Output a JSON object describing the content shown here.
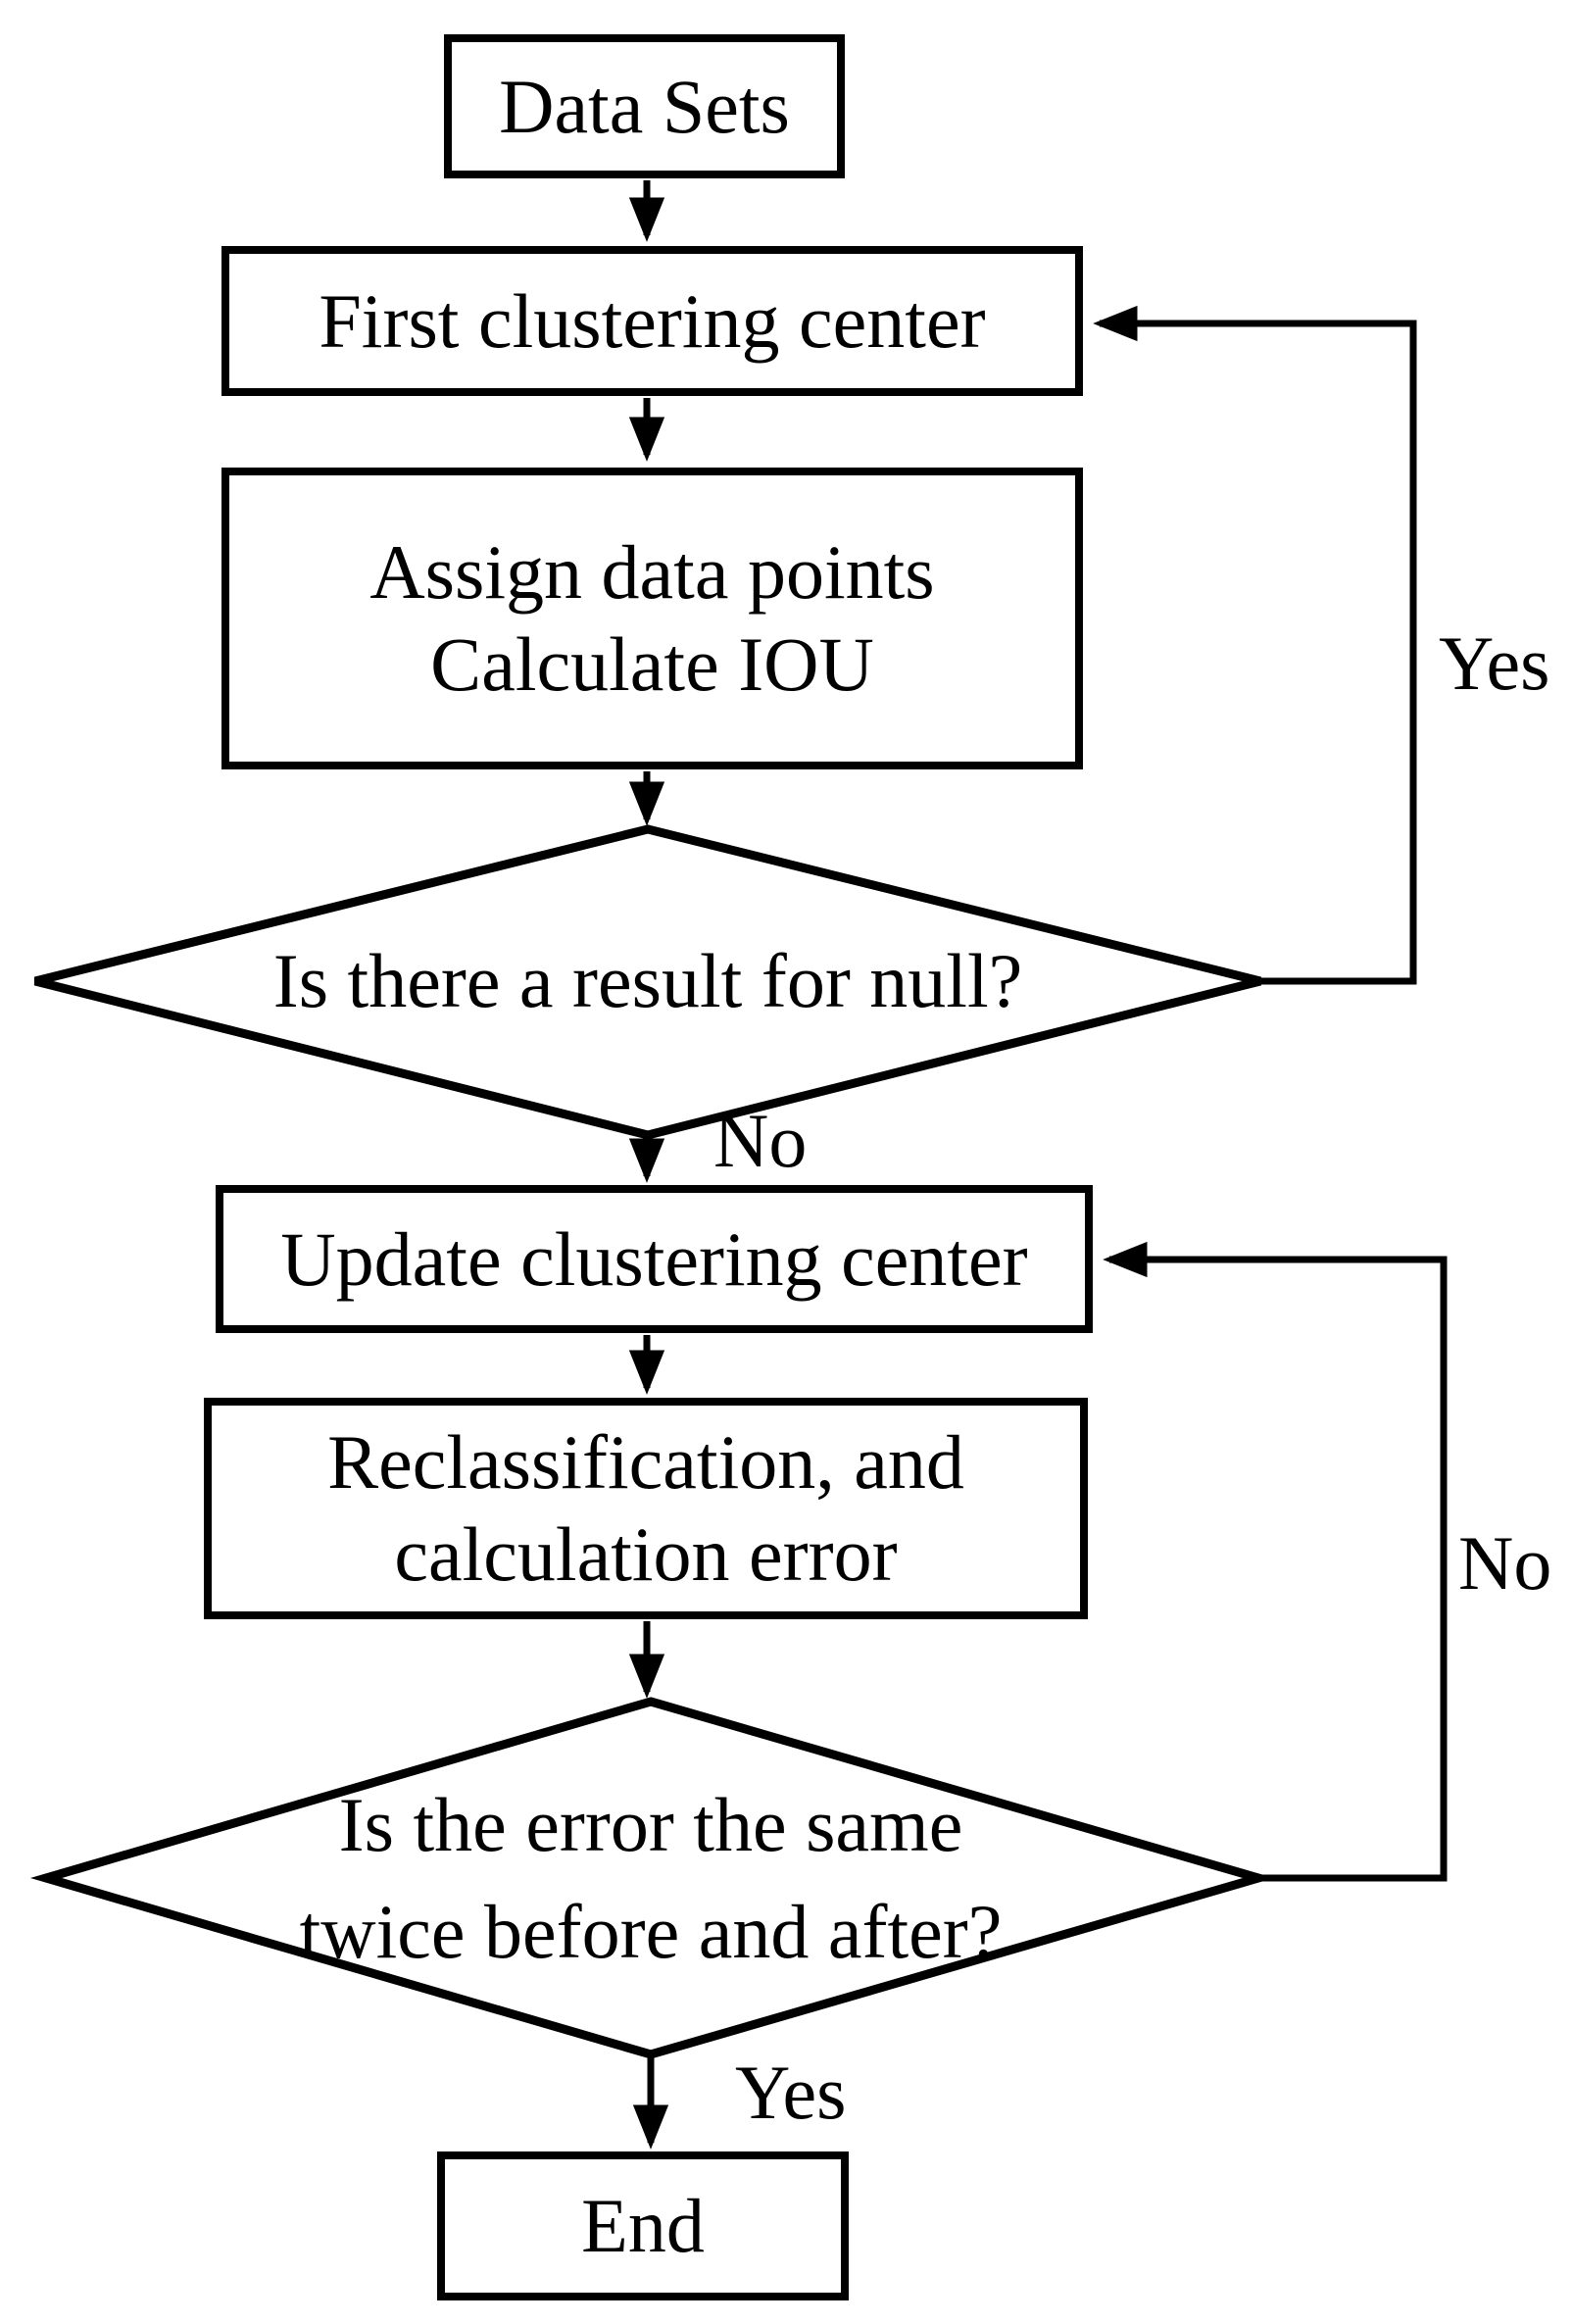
{
  "canvas": {
    "background_color": "#ffffff",
    "line_color": "#000000"
  },
  "nodes": {
    "data_sets": {
      "label": "Data Sets"
    },
    "first_center": {
      "label": "First clustering center"
    },
    "assign": {
      "line1": "Assign data points",
      "line2": "Calculate IOU"
    },
    "null_check": {
      "label": "Is there a result for null?"
    },
    "update_center": {
      "label": "Update clustering center"
    },
    "reclassify": {
      "line1": "Reclassification, and",
      "line2": "calculation error"
    },
    "error_check": {
      "line1": "Is the error the same",
      "line2": "twice before and after?"
    },
    "end": {
      "label": "End"
    }
  },
  "edge_labels": {
    "null_yes": "Yes",
    "null_no": "No",
    "error_no": "No",
    "error_yes": "Yes"
  }
}
